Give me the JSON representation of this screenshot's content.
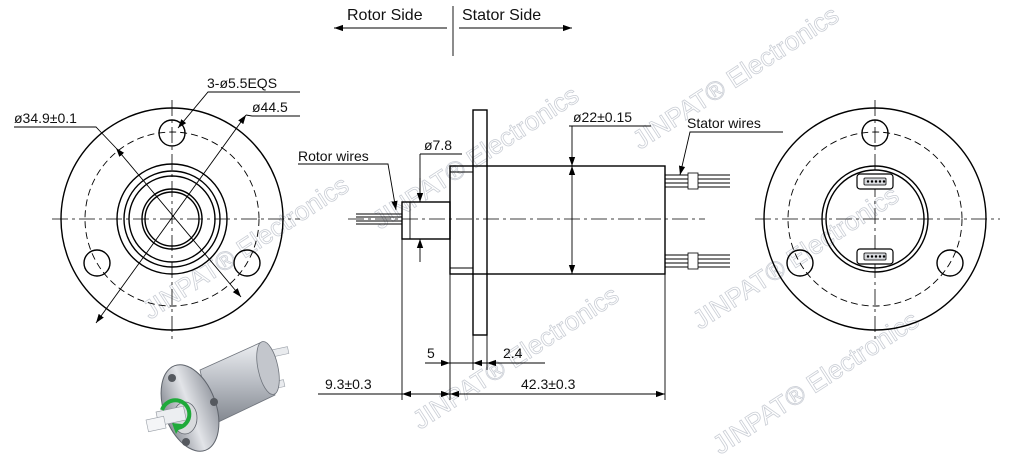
{
  "sides": {
    "rotor": "Rotor Side",
    "stator": "Stator Side"
  },
  "front_view": {
    "holes_label": "3-ø5.5EQS",
    "outer_diameter": "ø44.5",
    "inner_diameter": "ø34.9±0.1"
  },
  "side_view": {
    "rotor_wires": "Rotor wires",
    "shaft_diameter": "ø7.8",
    "body_diameter": "ø22±0.15",
    "stator_wires": "Stator wires",
    "dim_5": "5",
    "dim_2_4": "2.4",
    "dim_rotor_length": "9.3±0.3",
    "dim_body_length": "42.3±0.3"
  },
  "watermark": "JINPAT® Electronics",
  "colors": {
    "line": "#000000",
    "watermark": "#b9bec8",
    "arrow_green": "#1faa3a",
    "metal": "#c9ccd1"
  }
}
